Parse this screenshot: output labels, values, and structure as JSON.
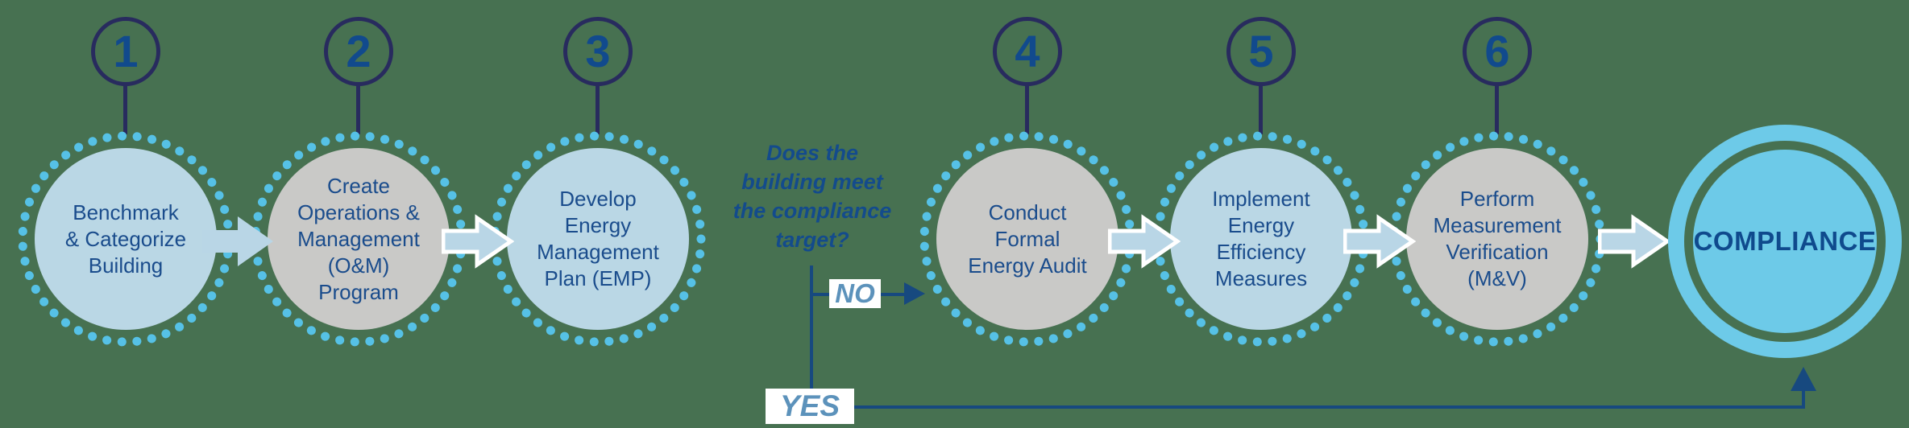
{
  "diagram": {
    "steps": [
      {
        "number": "1",
        "label": "Benchmark\n& Categorize\nBuilding",
        "variant": "blue"
      },
      {
        "number": "2",
        "label": "Create\nOperations &\nManagement\n(O&M)\nProgram",
        "variant": "gray"
      },
      {
        "number": "3",
        "label": "Develop\nEnergy\nManagement\nPlan (EMP)",
        "variant": "blue"
      },
      {
        "number": "4",
        "label": "Conduct\nFormal\nEnergy Audit",
        "variant": "gray"
      },
      {
        "number": "5",
        "label": "Implement\nEnergy\nEfficiency\nMeasures",
        "variant": "blue"
      },
      {
        "number": "6",
        "label": "Perform\nMeasurement\nVerification\n(M&V)",
        "variant": "gray"
      }
    ],
    "decision": {
      "question": "Does the\nbuilding meet\nthe compliance\ntarget?",
      "no_label": "NO",
      "yes_label": "YES"
    },
    "result": {
      "label": "COMPLIANCE"
    },
    "colors": {
      "background": "#477151",
      "badge_outline": "#282B5E",
      "number_text": "#114A8D",
      "bubble_blue": "#BAD7E5",
      "bubble_gray": "#C9C9C7",
      "dotted_ring": "#56C1E6",
      "step_text": "#1A4C8C",
      "decision_text": "#134B8C",
      "branch_label_text": "#5C92BB",
      "branch_lines": "#17497F",
      "flow_arrow_fill": "#B9D6E6",
      "flow_arrow_outline": "#FFFFFF",
      "compliance_blue": "#6DCAE8",
      "compliance_text": "#0F4A8D"
    }
  }
}
